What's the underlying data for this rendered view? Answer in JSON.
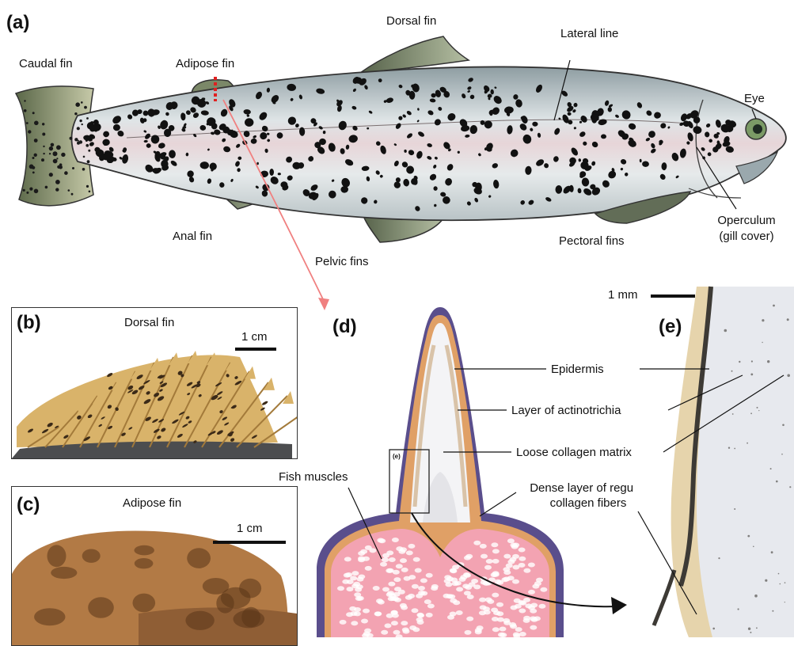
{
  "panels": {
    "a": "(a)",
    "b": "(b)",
    "c": "(c)",
    "d": "(d)",
    "e": "(e)"
  },
  "fish_labels": {
    "caudal": "Caudal fin",
    "adipose": "Adipose fin",
    "dorsal": "Dorsal fin",
    "lateral": "Lateral line",
    "eye": "Eye",
    "anal": "Anal fin",
    "pelvic": "Pelvic fins",
    "pectoral": "Pectoral fins",
    "operculum_1": "Operculum",
    "operculum_2": "(gill cover)"
  },
  "photo_b": {
    "title": "Dorsal fin",
    "scale": "1 cm"
  },
  "photo_c": {
    "title": "Adipose fin",
    "scale": "1 cm"
  },
  "section_d": {
    "muscles": "Fish muscles",
    "inset": "(e)",
    "epidermis": "Epidermis",
    "actinotrichia": "Layer of actinotrichia",
    "loose": "Loose collagen matrix",
    "dense_1": "Dense layer of regular",
    "dense_2": "collagen fibers"
  },
  "micro_e": {
    "scale": "1 mm"
  },
  "colors": {
    "fish_body": "#c9d2d4",
    "fin_green": "#6f7d5c",
    "epidermis": "#5a4e8c",
    "dense_layer": "#e0a066",
    "muscle": "#f3a3b2",
    "arrow": "#f08080"
  }
}
